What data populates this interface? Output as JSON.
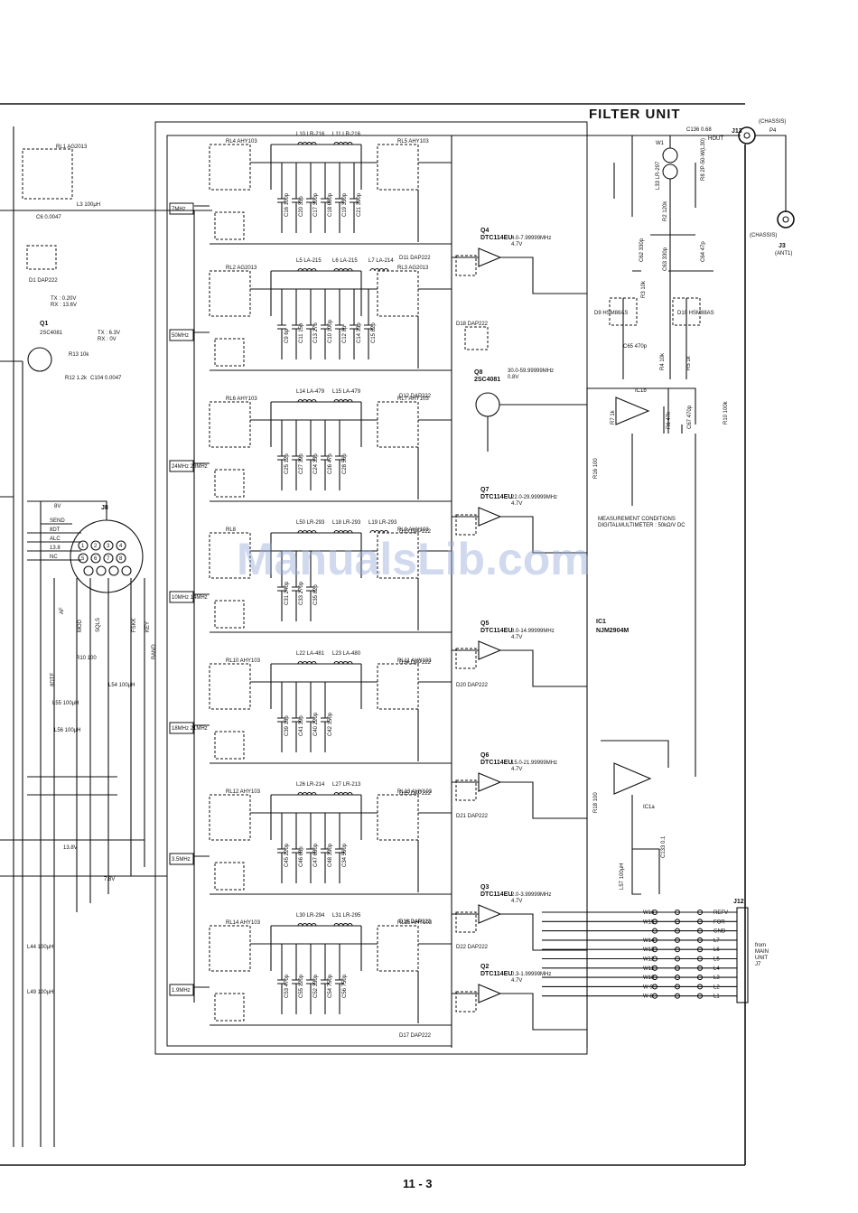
{
  "title": "FILTER UNIT",
  "page_number": "11 - 3",
  "watermark": "ManualsLib.com",
  "filter_bands": [
    {
      "band": "7MHz",
      "relays": [
        "RL4 AHY103",
        "RL5 AHY103"
      ],
      "coils": [
        "L10 LR-216",
        "L11 LR-216"
      ],
      "caps": [
        "C16 100p",
        "C20 33p",
        "C17 300p",
        "C18 680p",
        "C19 330p",
        "C21 390p"
      ]
    },
    {
      "band": "50MHz",
      "relays": [
        "RL2 AG2013",
        "RL3 AG2013"
      ],
      "coils": [
        "L5 LA-215",
        "L6 LA-215",
        "L7 LA-214"
      ],
      "caps": [
        "C9 6p",
        "C11 15p",
        "C13 27b",
        "C10 100p",
        "C12 8p",
        "C14 33p",
        "C15 82p"
      ]
    },
    {
      "band": "24MHz 28MHz",
      "relays": [
        "RL6 AHY103",
        "RL7 AHY103"
      ],
      "coils": [
        "L14 LA-479",
        "L15 LA-479"
      ],
      "caps": [
        "C25 12p",
        "C27 39p",
        "C24 33p",
        "C26 47p",
        "C28 56p"
      ]
    },
    {
      "band": "10MHz 14MHz",
      "relays": [
        "RL8",
        "RL9 AHY103"
      ],
      "coils": [
        "L50 LR-293",
        "L18 LR-293",
        "L19 LR-293"
      ],
      "caps": [
        "C31 240p",
        "C33 270p",
        "C35 82p"
      ]
    },
    {
      "band": "18MHz 21MHz",
      "relays": [
        "RL10 AHY103",
        "RL11 AHY103"
      ],
      "coils": [
        "L22 LA-481",
        "L23 LA-480"
      ],
      "caps": [
        "C39 18p",
        "C41 39p",
        "C40 220p",
        "C42 150p"
      ]
    },
    {
      "band": "3.5MHz",
      "relays": [
        "RL12 AHY103",
        "RL13 AHY103"
      ],
      "coils": [
        "L26 LR-214",
        "L27 LR-213"
      ],
      "caps": [
        "C45 220p",
        "C46 68p",
        "C47 680p",
        "C48 330p",
        "C34 560p"
      ]
    },
    {
      "band": "1.9MHz",
      "relays": [
        "RL14 AHY103",
        "RL15 AHY103"
      ],
      "coils": [
        "L30 LR-294",
        "L31 LR-295"
      ],
      "caps": [
        "C53 470p",
        "C55 120p",
        "C52 330p",
        "C54 750p",
        "C56 750p"
      ]
    }
  ],
  "transistors": [
    {
      "ref": "Q1",
      "part": "2SC4081"
    },
    {
      "ref": "Q4",
      "part": "DTC114EU",
      "range": "4.0-7.99999MHz",
      "volt": "4.7V"
    },
    {
      "ref": "Q8",
      "part": "2SC4081",
      "range": "30.0-59.99999MHz",
      "volt": "0.8V"
    },
    {
      "ref": "Q7",
      "part": "DTC114EU",
      "range": "22.0-29.99999MHz",
      "volt": "4.7V"
    },
    {
      "ref": "Q5",
      "part": "DTC114EU",
      "range": "8.0-14.99999MHz",
      "volt": "4.7V"
    },
    {
      "ref": "Q6",
      "part": "DTC114EU",
      "range": "15.0-21.99999MHz",
      "volt": "4.7V"
    },
    {
      "ref": "Q3",
      "part": "DTC114EU",
      "range": "2.0-3.99999MHz",
      "volt": "4.7V"
    },
    {
      "ref": "Q2",
      "part": "DTC114EU",
      "range": "0.3-1.99999MHz",
      "volt": "4.7V"
    }
  ],
  "diodes": [
    "D11 DAP222",
    "D12 DAP222",
    "D13 DAP222",
    "D14 DAP222",
    "D15 DAP222",
    "D16 DAP222",
    "D17 DAP222",
    "D18 DAP222",
    "D20 DAP222",
    "D21 DAP222",
    "D22 DAP222",
    "D9 HSM88AS",
    "D10 HSM88AS"
  ],
  "ic": {
    "ref": "IC1",
    "part": "NJM2904M",
    "sections": [
      "IC1a",
      "IC1b"
    ]
  },
  "measurement": {
    "line1": "MEASUREMENT CONDITIONS",
    "line2": "DIGITALMULTIMETER : 50kΩ/V DC"
  },
  "q1_volts": {
    "tx1": "TX : 0.20V",
    "rx1": "RX : 13.6V",
    "tx2": "TX : 6.3V",
    "rx2": "RX : 0V"
  },
  "connectors": {
    "j13": "J13",
    "chassis": "(CHASSIS)",
    "p4": "P4",
    "j3": "J3",
    "ant": "(ANT1)",
    "j12": "J12",
    "j12_note": [
      "from",
      "MAIN",
      "UNIT",
      "J7"
    ],
    "j12_left": [
      "W16",
      "W15",
      "",
      "W14",
      "W13",
      "W12",
      "W11",
      "W10",
      "W 9",
      "W 8"
    ],
    "j12_right": [
      "REFV",
      "FOR",
      "GND",
      "L7",
      "L6",
      "L5",
      "L4",
      "L3",
      "L2",
      "L1"
    ],
    "j8": "J8",
    "j8_pins": [
      "SEND",
      "8DT",
      "ALC",
      "13.8",
      "NC"
    ]
  },
  "swr": [
    "L33 LR-297",
    "C136 0.68",
    "HOUT",
    "W1",
    "R8 2P-50-W(L30)",
    "R2 120k",
    "C62 330p",
    "C63 330p",
    "C64 47p",
    "C65 470p",
    "R3 10k",
    "R4 10k",
    "R5 1k",
    "R6 47k",
    "R7 1k",
    "C67 470p",
    "R10 100k",
    "R16 100",
    "R18 100",
    "L57 100μH",
    "C133 0.1"
  ],
  "left_parts": [
    "RL1 AG2013",
    "L3 100μH",
    "C6 0.0047",
    "D1 DAP222",
    "R13 10k",
    "R12 1.2k",
    "C104 0.0047",
    "L55 100μH",
    "L56 100μH",
    "L54 100μH",
    "L44 100μH",
    "L49 100μH",
    "R10 100"
  ],
  "left_labels": [
    "MOD",
    "SQLS",
    "FSKK",
    "KEY",
    "BAND",
    "AF",
    "8DTE",
    "13.8V",
    "7.8V",
    "8V"
  ],
  "pin_nums": [
    "1",
    "2",
    "3",
    "4",
    "5",
    "6",
    "7",
    "8"
  ]
}
